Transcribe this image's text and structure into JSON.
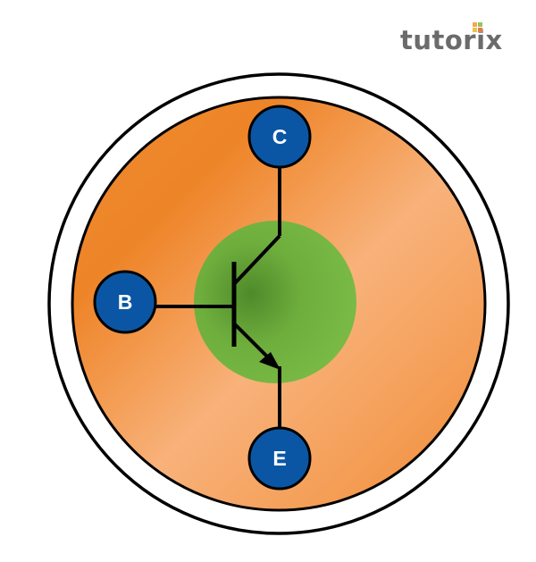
{
  "brand": {
    "name": "tutorix",
    "colors": {
      "text": "#6b6b6b",
      "dot_1": "#f2a950",
      "dot_2": "#9bc25a",
      "dot_3": "#e8c547",
      "dot_4": "#e57a4e"
    }
  },
  "diagram": {
    "colors": {
      "outer_ring": "#000000",
      "body": "#f2913e",
      "body_highlight": "#f8b27a",
      "core": "#79b843",
      "terminal": "#0b56a4",
      "wire": "#000000"
    },
    "terminals": {
      "collector": "C",
      "base": "B",
      "emitter": "E"
    }
  }
}
